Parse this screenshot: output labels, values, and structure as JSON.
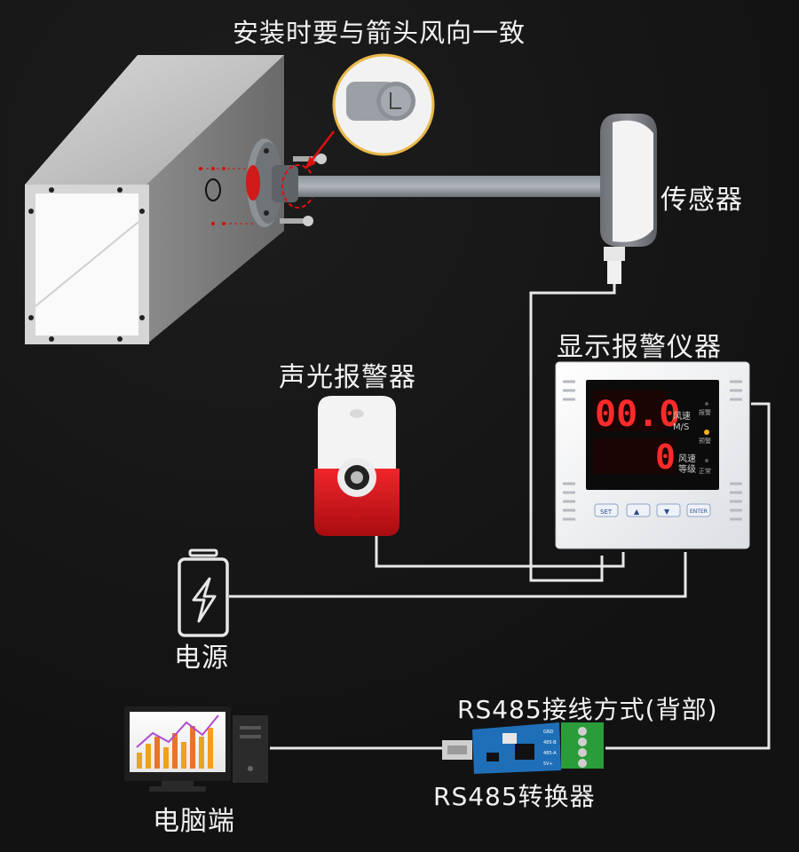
{
  "labels": {
    "install_note": "安装时要与箭头风向一致",
    "sensor": "传感器",
    "display": "显示报警仪器",
    "alarm": "声光报警器",
    "power": "电源",
    "rs485_wiring": "RS485接线方式(背部)",
    "converter": "RS485转换器",
    "computer": "电脑端"
  },
  "display_panel": {
    "top_value": "00.0",
    "top_label_line1": "风速",
    "top_label_line2": "M/S",
    "bottom_value": "0",
    "bottom_label_line1": "风速",
    "bottom_label_line2": "等级",
    "indicator_alarm": "报警",
    "indicator_warning": "预警",
    "indicator_normal": "正常",
    "buttons": {
      "set": "SET",
      "up": "▲",
      "down": "▼",
      "enter": "ENTER"
    },
    "led_color": "#ff2a2a"
  },
  "converter_pins": [
    "GND",
    "485-B",
    "485-A",
    "5V+"
  ],
  "colors": {
    "wire": "#e8e8e8",
    "alarm_red": "#d8141a",
    "accent_red": "#e01010"
  }
}
